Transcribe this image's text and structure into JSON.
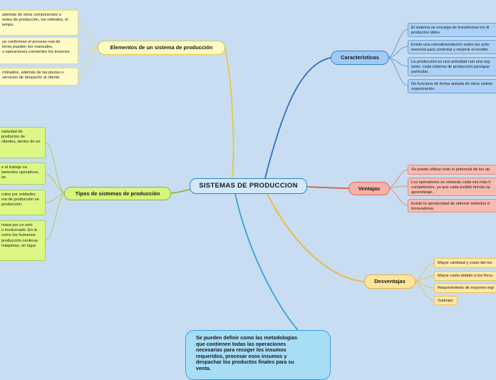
{
  "central": {
    "title": "SISTEMAS DE PRODUCCION"
  },
  "branches": {
    "elementos": {
      "title": "Elementos de un sistema de producción",
      "items": [
        "además de otros componentes o\nentes de producción, los métodos, el\niempo.",
        "ue conforman el proceso real de\niones pueden ser manuales,\ns operaciones convierten los insumos",
        "rminados, además de las piezas o\nservicios de despacho al cliente."
      ]
    },
    "tipos": {
      "title": "Tipos de sistemas de producción",
      "items": [
        "variedad de\n productos de\nclientes, dentro de un",
        "e el trabajo va\ntamentos operativos,\nlar.",
        "culos por unidades\nma de producción se\n producción.",
        "masa por un solo\no involucrado. En la\ncomo los humanos\nproducción continua\nmáquinas, en lugar"
      ]
    },
    "caracteristicas": {
      "title": "Características",
      "items": [
        "El sistema se encarga de transformar los di\nproductos útiles.",
        "Existe una retroalimentación sobre las activ\nesencial para controlar y mejorar el rendim",
        "La producción es una actividad con una org\ntanto, cada sistema de producción persigue\nparticular.",
        "No funciona de forma aislada de otros sistem\norganización."
      ]
    },
    "ventajas": {
      "title": "Ventajas",
      "items": [
        "Se puede utilizar todo el potencial de los op",
        "Los operadores se volverán cada vez más h\ncompetentes, ya que cada pedido brinda op\naprendizaje.",
        "Existe la oportunidad de obtener métodos d\ninnovadoras."
      ]
    },
    "desventajas": {
      "title": "Desventajas",
      "items": [
        "Mayor cantidad y costo del inv",
        "Mayor costo debido a los frecu",
        "Requerimiento de mayores esp",
        "Subtopic"
      ]
    }
  },
  "note": {
    "text": "Se pueden definir como las metodologías\nque contienen todas las operaciones\nnecesarias para recoger los insumos\nrequeridos, procesar esos insumos y\ndespachar los productos finales para su\nventa."
  },
  "colors": {
    "background": "#c8ddf1",
    "elementos_line": "#e6c73f",
    "tipos_line": "#8db33a",
    "caracteristicas_line": "#2d6fc4",
    "ventajas_line": "#e05a3c",
    "desventajas_line": "#f2b630",
    "note_line": "#35a3e0"
  }
}
